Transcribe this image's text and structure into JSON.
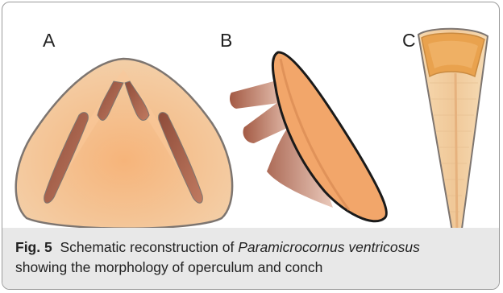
{
  "panels": {
    "a_label": "A",
    "b_label": "B",
    "c_label": "C"
  },
  "caption": {
    "figure_number": "Fig. 5",
    "text_before_name": "Schematic reconstruction of",
    "species_name": "Paramicrocornus ventricosus",
    "text_after_name": "showing the morphology of operculum and conch"
  },
  "colors": {
    "operculum_fill": "#f0bb8c",
    "operculum_outline": "#7d7570",
    "muscle_scar": "#9d5a46",
    "conch_fill": "#f2cfa0",
    "caption_band": "#e8e8e8"
  }
}
